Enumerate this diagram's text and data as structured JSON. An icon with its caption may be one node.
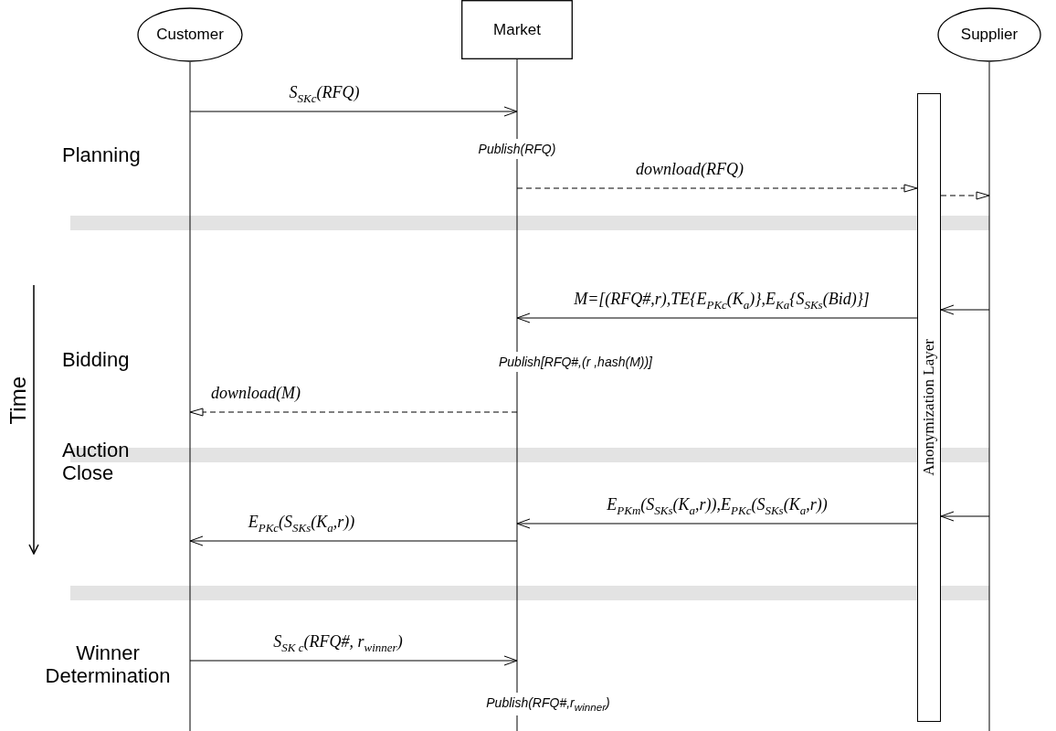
{
  "diagram": {
    "nodes": [
      {
        "text": [
          "Customer"
        ]
      },
      {
        "text": [
          "Market"
        ]
      },
      {
        "text": [
          "Supplier"
        ]
      },
      {
        "text": [
          "Anonymization Layer"
        ]
      },
      {
        "text": [],
        "shape": "bar"
      },
      {
        "text": [],
        "shape": "bar"
      },
      {
        "text": [],
        "shape": "bar"
      }
    ],
    "edges": [
      {
        "from": 0,
        "to": 1,
        "arrow": "to",
        "label": "S$_{SKc}$(RFQ)"
      },
      {
        "from": 1,
        "to": 3,
        "arrow": "to",
        "label": "download(RFQ)",
        "style": "dashed"
      },
      {
        "from": 3,
        "to": 2,
        "arrow": "to",
        "style": "dashed"
      },
      {
        "from": 2,
        "to": 3,
        "arrow": "to"
      },
      {
        "from": 3,
        "to": 1,
        "arrow": "to",
        "label": "M=[(RFQ#,r),TE{E$_{PKc}$(K$_{a}$)},E$_{Ka}${S$_{SKs}$(Bid)}]"
      },
      {
        "from": 1,
        "to": 0,
        "arrow": "to",
        "label": "download(M)",
        "style": "dashed"
      },
      {
        "from": 2,
        "to": 3,
        "arrow": "to"
      },
      {
        "from": 3,
        "to": 1,
        "arrow": "to",
        "label": "E$_{PKm}$(S$_{SKs}$(K$_{a}$,r)),E$_{PKc}$(S$_{SKs}$(K$_{a}$,r))"
      },
      {
        "from": 1,
        "to": 0,
        "arrow": "to",
        "label": "E$_{PKc}$(S$_{SKs}$(K$_{a}$,r))"
      },
      {
        "from": 0,
        "to": 1,
        "arrow": "to",
        "label": "S$_{SK c}$(RFQ#, r$_{winner}$)"
      }
    ],
    "labels": [
      "Publish(RFQ)",
      "Planning",
      "Bidding",
      "Publish[RFQ#,(r ,hash(M))]",
      "Time",
      "Auction Close",
      "Winner Determination",
      "Publish(RFQ#,r$_{winner}$)"
    ]
  }
}
